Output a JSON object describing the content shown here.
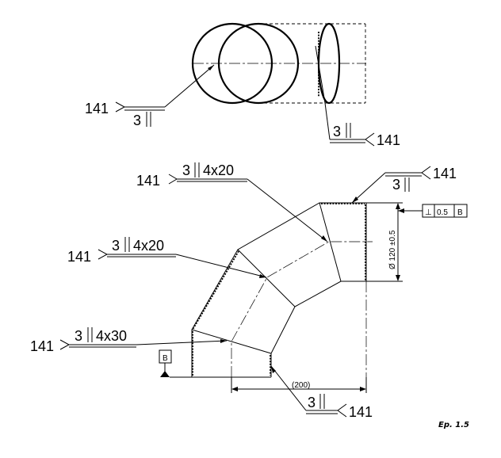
{
  "weld_symbols": {
    "top_left": {
      "process": "141",
      "size": "3",
      "length": ""
    },
    "top_right": {
      "process": "141",
      "size": "3",
      "length": ""
    },
    "elbow_right": {
      "process": "141",
      "size": "3",
      "length": ""
    },
    "elbow_top": {
      "process": "141",
      "size": "3",
      "length": "4x20"
    },
    "elbow_mid": {
      "process": "141",
      "size": "3",
      "length": "4x20"
    },
    "elbow_low": {
      "process": "141",
      "size": "3",
      "length": "4x30"
    },
    "bottom": {
      "process": "141",
      "size": "3",
      "length": ""
    }
  },
  "dimensions": {
    "diameter": "Ø 120 ±0.5",
    "length_ref": "(200)"
  },
  "tolerance_frame": {
    "symbol": "⊥",
    "value": "0.5",
    "datum": "B"
  },
  "datum_label": "B",
  "caption": "Ep. 1.5"
}
